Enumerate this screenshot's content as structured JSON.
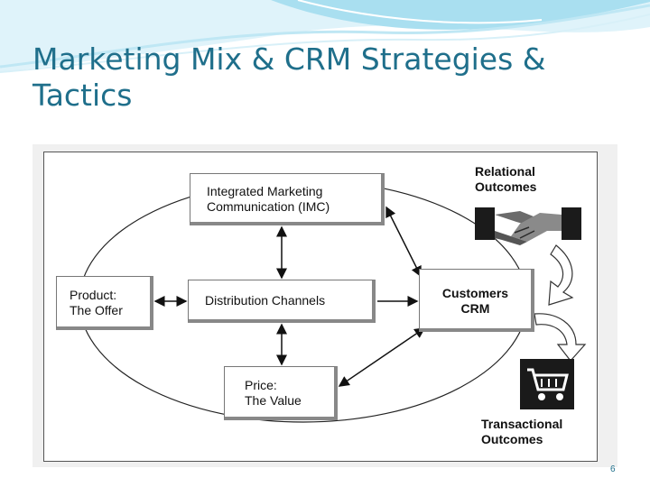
{
  "slide": {
    "title": "Marketing Mix & CRM Strategies & Tactics",
    "page_number": "6"
  },
  "diagram": {
    "imc_label": "Integrated Marketing\nCommunication (IMC)",
    "distribution_label": "Distribution Channels",
    "product_label": "Product:\nThe Offer",
    "price_label": "Price:\nThe Value",
    "customers_label": "Customers\nCRM",
    "relational_label": "Relational\nOutcomes",
    "transactional_label": "Transactional\nOutcomes",
    "icons": [
      "handshake-icon",
      "shopping-cart-icon",
      "curved-arrow-icon"
    ]
  },
  "colors": {
    "title": "#1f6f8b",
    "accent_wave": "#8fd3e8"
  }
}
